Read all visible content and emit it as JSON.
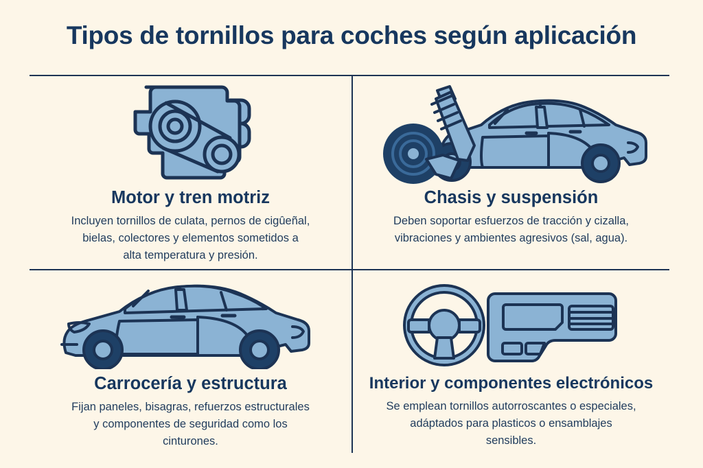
{
  "title": "Tipos de tornillos para coches según aplicación",
  "colors": {
    "background": "#fdf6e8",
    "ink": "#17375e",
    "stroke": "#1c3354",
    "fill": "#8bb3d4",
    "fill_dark": "#1e4066"
  },
  "sections": [
    {
      "id": "motor",
      "icon": "engine-block-icon",
      "heading": "Motor y tren motriz",
      "body": "Incluyen tornillos de culata, pernos de cigûeñal,\nbielas, colectores y elementos sometidos a\nalta temperatura y presión."
    },
    {
      "id": "chasis",
      "icon": "car-suspension-strut-icon",
      "heading": "Chasis y suspensión",
      "body": "Deben soportar esfuerzos de tracción y cizalla,\nvibraciones y ambientes agresivos (sal, agua)."
    },
    {
      "id": "carroceria",
      "icon": "sedan-car-body-icon",
      "heading": "Carrocería y estructura",
      "body": "Fijan paneles, bisagras, refuerzos estructurales\ny componentes de seguridad como los\ncinturones."
    },
    {
      "id": "interior",
      "icon": "steering-wheel-dashboard-icon",
      "heading": "Interior y componentes electrónicos",
      "body": "Se emplean tornillos autorroscantes o especiales,\nadáptados para plasticos o ensamblajes\nsensibles."
    }
  ]
}
